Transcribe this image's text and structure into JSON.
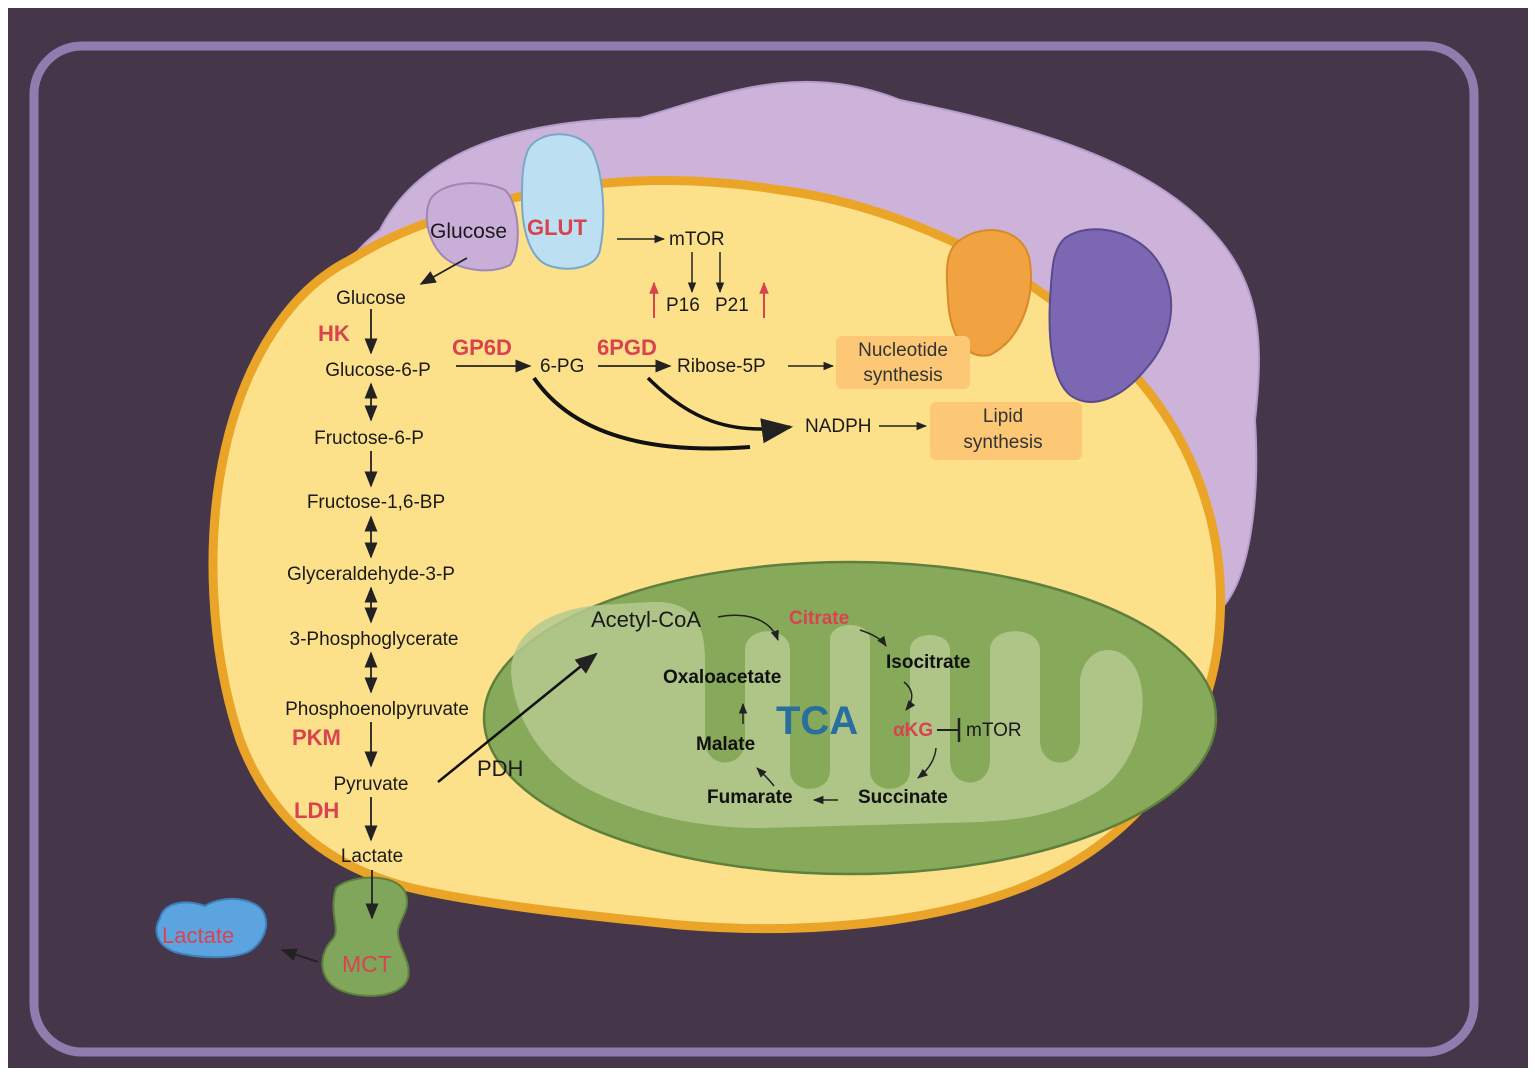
{
  "colors": {
    "background": "#45364a",
    "frame": "#8f7db0",
    "membrane_outer": "#cdb3da",
    "cytoplasm": "#fde08a",
    "cell_border": "#eaa428",
    "mitochondrion": "#87a95a",
    "cristae": "#b6c98f",
    "enzyme_red": "#d8434f",
    "tca_blue": "#2a6e9e",
    "glut_blue": "#bcdff2",
    "output_box": "#fcc876",
    "mct_green": "#7fa65b",
    "lactate_blue": "#5ca4e0"
  },
  "transport": {
    "glucose_ext": "Glucose",
    "glut": "GLUT",
    "mct": "MCT",
    "lactate_ext": "Lactate"
  },
  "signaling": {
    "mtor": "mTOR",
    "p16": "P16",
    "p21": "P21"
  },
  "glycolysis": {
    "metabolites": [
      "Glucose",
      "Glucose-6-P",
      "Fructose-6-P",
      "Fructose-1,6-BP",
      "Glyceraldehyde-3-P",
      "3-Phosphoglycerate",
      "Phosphoenolpyruvate",
      "Pyruvate",
      "Lactate"
    ],
    "enzymes": {
      "hk": "HK",
      "pkm": "PKM",
      "ldh": "LDH"
    }
  },
  "ppp": {
    "gp6d": "GP6D",
    "pg6": "6-PG",
    "pgd6": "6PGD",
    "ribose": "Ribose-5P",
    "nadph": "NADPH",
    "nucleotide": [
      "Nucleotide",
      "synthesis"
    ],
    "lipid": [
      "Lipid",
      "synthesis"
    ]
  },
  "tca": {
    "pdh": "PDH",
    "acetyl_coa": "Acetyl-CoA",
    "citrate": "Citrate",
    "isocitrate": "Isocitrate",
    "akg": "αKG",
    "mtor": "mTOR",
    "succinate": "Succinate",
    "fumarate": "Fumarate",
    "malate": "Malate",
    "oxaloacetate": "Oxaloacetate",
    "center": "TCA"
  }
}
